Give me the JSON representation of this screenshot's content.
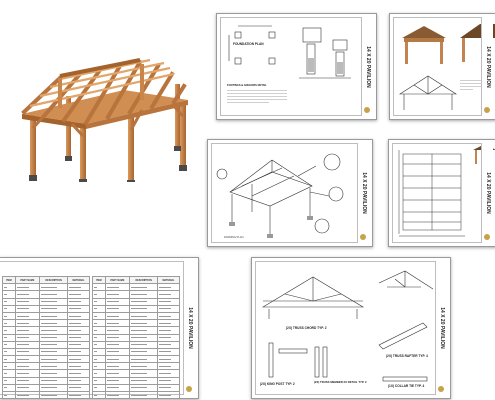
{
  "hero": {
    "caption": ""
  },
  "sheets": {
    "foundation": {
      "title_block": "14 X 20 PAVILION",
      "plan_label": "FOUNDATION PLAN",
      "notes_heading": "FOOTINGS & ANCHORS DETAIL"
    },
    "elevations": {
      "title_block": "14 X 20 PAVILION"
    },
    "framing": {
      "title_block": "14 X 20 PAVILION",
      "view_label": "FRAMING PLAN"
    },
    "roof": {
      "title_block": "14 X 20 PAVILION"
    },
    "bom": {
      "title_block": "14 X 20 PAVILION",
      "columns": [
        "ITEM",
        "PART NAME",
        "DESCRIPTION",
        "MATERIAL"
      ]
    },
    "details": {
      "title_block": "14 X 20 PAVILION",
      "labels": {
        "truss_chord": "(2X) TRUSS CHORD TYP. 2",
        "truss_rafter": "(2X) TRUSS RAFTER TYP. 4",
        "king_post": "(2X) KING POST TYP. 2",
        "truss_member": "(2X) TRUSS MEMBER 2X DETAIL TYP. 2",
        "collar_tie": "(1X) COLLAR TIE TYP. 4"
      }
    }
  },
  "colors": {
    "wood": "#c9854a",
    "wood_dark": "#a4622c",
    "wood_light": "#e0a66b",
    "bracket": "#4a4a4a",
    "sheet_border": "#9a9a9a",
    "line": "#333333",
    "logo": "#c8a24a"
  }
}
